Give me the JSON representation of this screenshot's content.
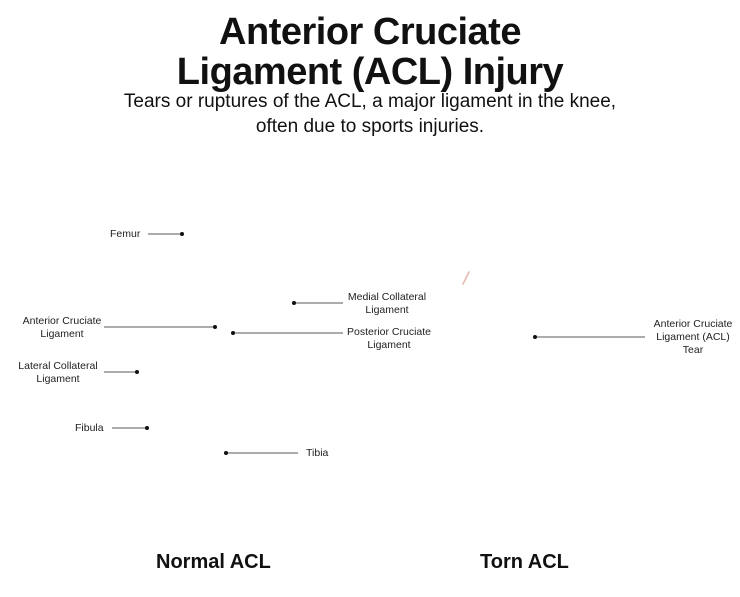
{
  "title": {
    "line1": "Anterior Cruciate",
    "line2": "Ligament (ACL) Injury"
  },
  "subtitle": {
    "line1": "Tears or ruptures of the ACL, a major ligament in the knee,",
    "line2": "often due to sports injuries."
  },
  "labels": {
    "femur": "Femur",
    "acl": {
      "line1": "Anterior Cruciate",
      "line2": "Ligament"
    },
    "lcl": {
      "line1": "Lateral Collateral",
      "line2": "Ligament"
    },
    "fibula": "Fibula",
    "mcl": {
      "line1": "Medial Collateral",
      "line2": "Ligament"
    },
    "pcl": {
      "line1": "Posterior Cruciate",
      "line2": "Ligament"
    },
    "tibia": "Tibia",
    "acl_tear": {
      "line1": "Anterior Cruciate",
      "line2": "Ligament (ACL)",
      "line3": "Tear"
    }
  },
  "captions": {
    "normal": "Normal ACL",
    "torn": "Torn ACL"
  },
  "colors": {
    "text": "#111111",
    "leader": "#222222",
    "accent": "#c0392b"
  }
}
